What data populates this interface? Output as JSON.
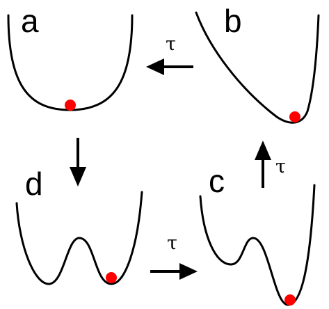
{
  "panels": {
    "a": {
      "label": "a"
    },
    "b": {
      "label": "b"
    },
    "c": {
      "label": "c"
    },
    "d": {
      "label": "d"
    }
  },
  "transitions": {
    "b_to_a": {
      "label": "τ"
    },
    "d_to_c": {
      "label": "τ"
    },
    "c_to_b": {
      "label": "τ"
    },
    "a_to_d": {
      "label": ""
    }
  },
  "colors": {
    "curve": "#000000",
    "ball": "#ff0000",
    "arrow": "#000000"
  }
}
